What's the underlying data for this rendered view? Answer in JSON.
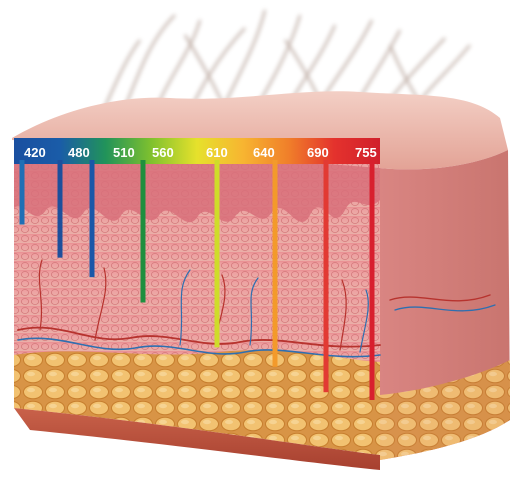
{
  "diagram": {
    "wavelengths": [
      {
        "label": "420",
        "color": "#1f6fb5",
        "depth": 0.1
      },
      {
        "label": "480",
        "color": "#1d4f9c",
        "depth": 0.27
      },
      {
        "label": "510",
        "color": "#1a57a8",
        "depth": 0.37
      },
      {
        "label": "560",
        "color": "#1e8f3e",
        "depth": 0.5
      },
      {
        "label": "610",
        "color": "#cfdc2a",
        "depth": 0.73
      },
      {
        "label": "640",
        "color": "#f39a2b",
        "depth": 0.83
      },
      {
        "label": "690",
        "color": "#e23a33",
        "depth": 0.96
      },
      {
        "label": "755",
        "color": "#d81f2e",
        "depth": 1.0
      }
    ],
    "spectrum_colors": [
      "#1a4fa0",
      "#1a5ca8",
      "#21935a",
      "#7fc12e",
      "#e6e12c",
      "#f7b531",
      "#f07f2a",
      "#e4322d",
      "#d0202c"
    ],
    "skin_colors": {
      "surface": "#e9b3a6",
      "epidermis": "#d9767a",
      "dermis": "#eaa5a0",
      "fat": "#e5a955",
      "fat_dark": "#c9812f",
      "muscle": "#b8533d"
    }
  }
}
